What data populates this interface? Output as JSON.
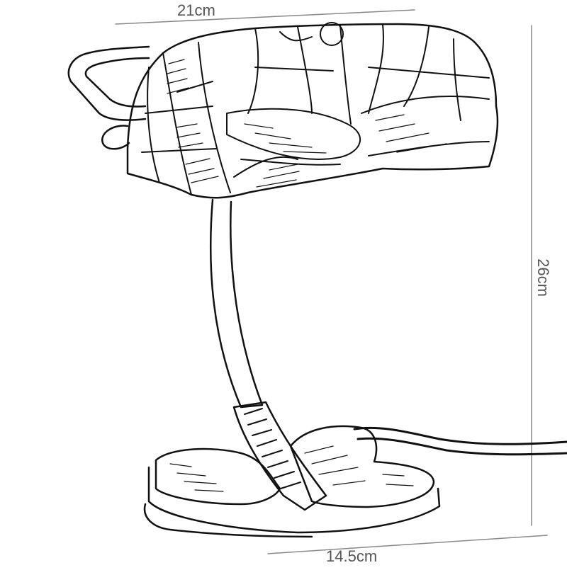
{
  "dimensions": {
    "shade_width": "21cm",
    "base_width": "14.5cm",
    "height": "26cm"
  },
  "colors": {
    "line": "#111111",
    "dimension_line": "#888888",
    "dimension_text": "#555555",
    "background": "#ffffff"
  }
}
